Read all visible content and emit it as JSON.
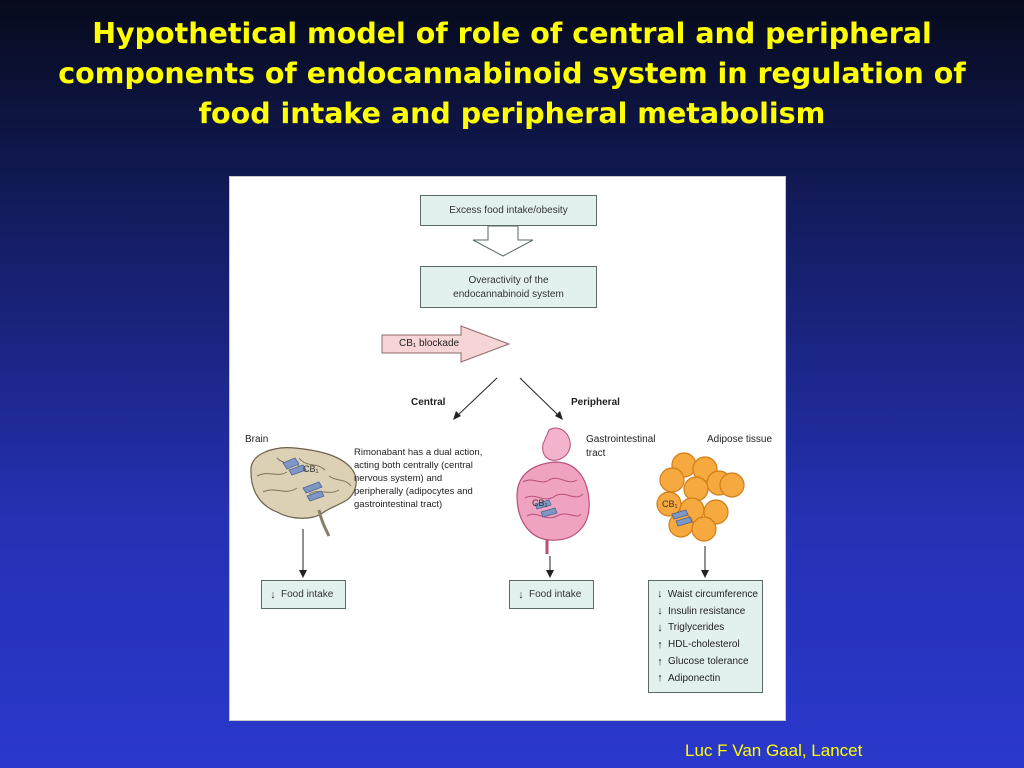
{
  "slide": {
    "title_lines": [
      "Hypothetical model of role of central and peripheral",
      "components of endocannabinoid system in regulation of",
      "food intake and peripheral metabolism"
    ],
    "credit": "Luc F Van Gaal, Lancet"
  },
  "diagram": {
    "excess": "Excess food intake/obesity",
    "overactivity_line1": "Overactivity of the",
    "overactivity_line2": "endocannabinoid system",
    "cb1_blockade": "CB₁ blockade",
    "central": "Central",
    "peripheral": "Peripheral",
    "brain": "Brain",
    "gi_line1": "Gastrointestinal",
    "gi_line2": "tract",
    "adipose": "Adipose tissue",
    "cb1": "CB₁",
    "note": "Rimonabant has a dual action, acting both centrally (central nervous system) and peripherally (adipocytes and gastrointestinal tract)",
    "food_intake": "Food intake",
    "effects": [
      {
        "dir": "down",
        "label": "Waist circumference"
      },
      {
        "dir": "down",
        "label": "Insulin resistance"
      },
      {
        "dir": "down",
        "label": "Triglycerides"
      },
      {
        "dir": "up",
        "label": "HDL-cholesterol"
      },
      {
        "dir": "up",
        "label": "Glucose tolerance"
      },
      {
        "dir": "up",
        "label": "Adiponectin"
      }
    ],
    "colors": {
      "title": "#ffff00",
      "box_fill": "#e3f1ee",
      "blockade_fill": "#f7d4d6",
      "gut": "#f0a3c0",
      "fat": "#f5a93e",
      "brain": "#dcd0b5"
    }
  }
}
